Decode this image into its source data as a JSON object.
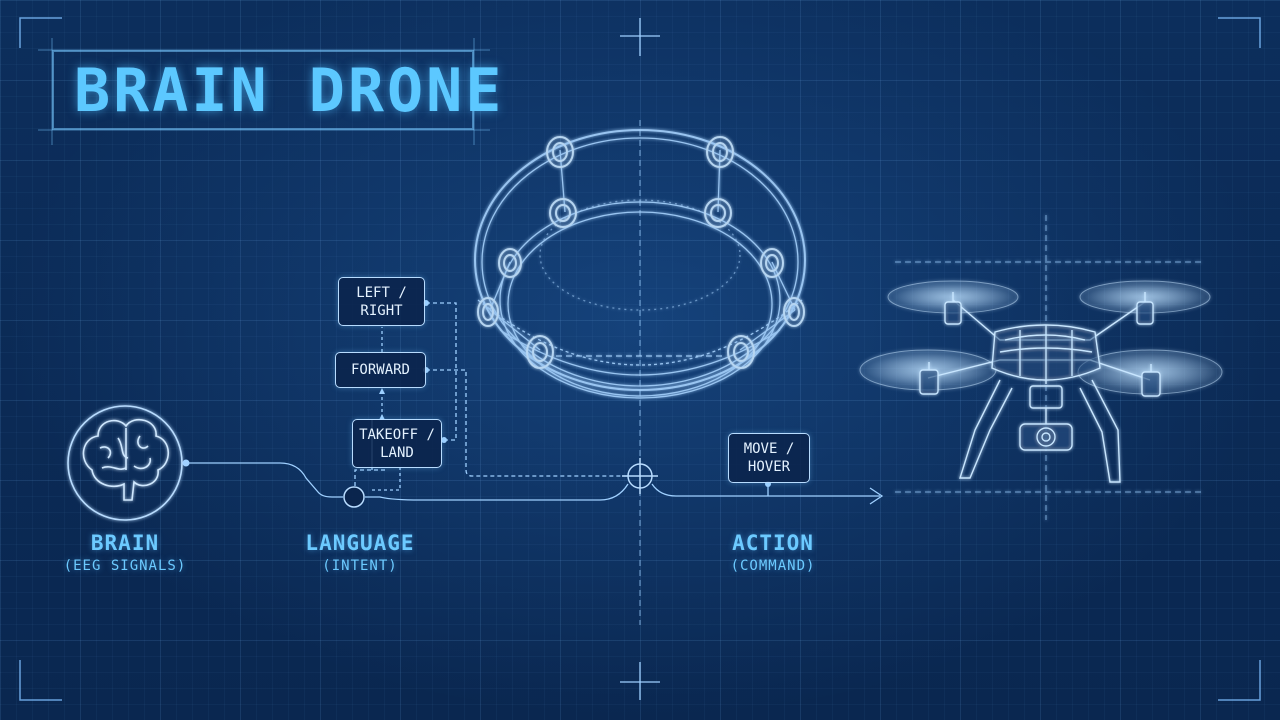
{
  "title": "BRAIN DRONE",
  "commands": {
    "left_right": "LEFT / RIGHT",
    "forward": "FORWARD",
    "takeoff_land": "TAKEOFF / LAND",
    "move_hover": "MOVE / HOVER"
  },
  "stages": {
    "brain": {
      "label": "BRAIN",
      "sub": "(EEG SIGNALS)"
    },
    "language": {
      "label": "LANGUAGE",
      "sub": "(INTENT)"
    },
    "action": {
      "label": "ACTION",
      "sub": "(COMMAND)"
    }
  },
  "icons": [
    "brain-icon",
    "eeg-headset-icon",
    "drone-icon"
  ],
  "colors": {
    "accent": "#5cc8ff",
    "line": "#b8dcff",
    "background": "#0b2a55"
  }
}
